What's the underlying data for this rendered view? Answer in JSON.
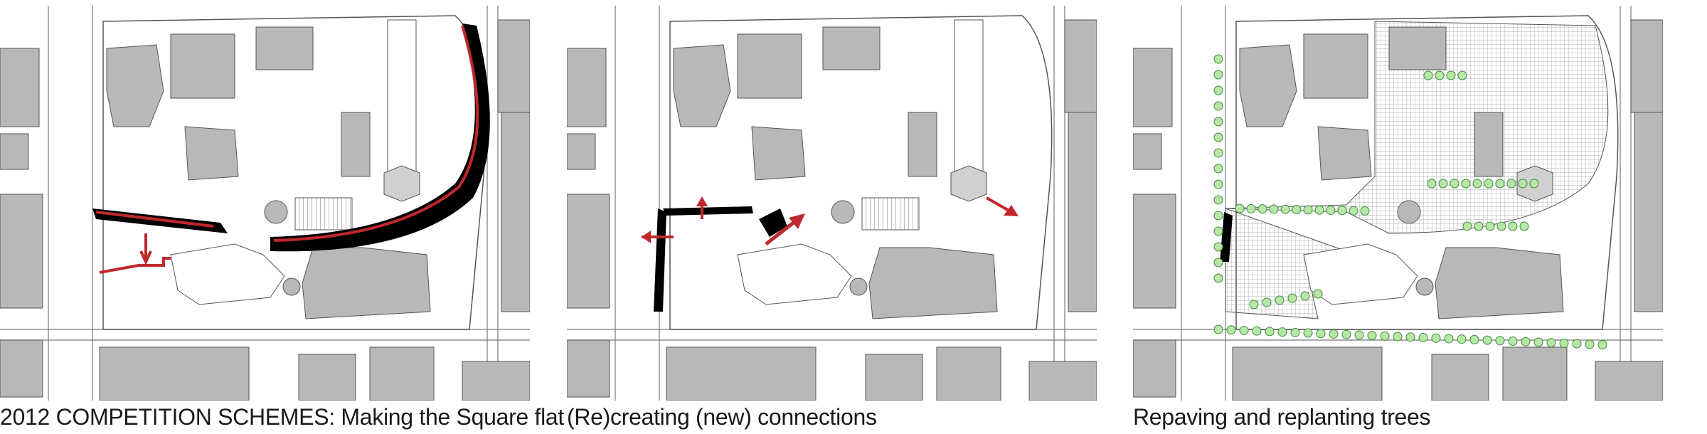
{
  "panels": [
    {
      "caption": "2012 COMPETITION SCHEMES: Making the Square flat"
    },
    {
      "caption": "(Re)creating (new) connections"
    },
    {
      "caption": "Repaving and replanting trees"
    }
  ],
  "colors": {
    "building": "#b8b8b8",
    "outline": "#555555",
    "red": "#c0282c",
    "tree": "#b7e6a6",
    "tree_stroke": "#3d8a3d",
    "black": "#000000"
  }
}
